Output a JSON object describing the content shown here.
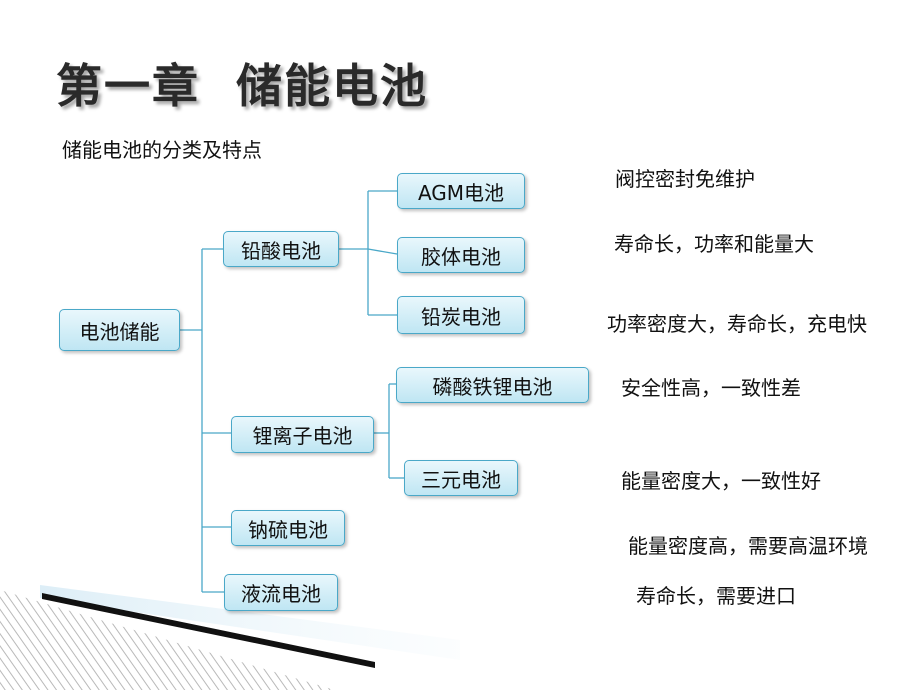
{
  "title": "第一章  储能电池",
  "subtitle": "储能电池的分类及特点",
  "nodes": {
    "root": "电池储能",
    "lead_acid": "铅酸电池",
    "agm": "AGM电池",
    "gel": "胶体电池",
    "lead_carbon": "铅炭电池",
    "lithium_ion": "锂离子电池",
    "lfp": "磷酸铁锂电池",
    "ternary": "三元电池",
    "sodium_sulfur": "钠硫电池",
    "flow": "液流电池"
  },
  "notes": {
    "agm": "阀控密封免维护",
    "gel": "寿命长，功率和能量大",
    "lead_carbon": "功率密度大，寿命长，充电快",
    "lfp": "安全性高，一致性差",
    "ternary": "能量密度大，一致性好",
    "sodium_sulfur": "能量密度高，需要高温环境",
    "flow": "寿命长，需要进口"
  },
  "colors": {
    "connector": "#4aa8c8",
    "node_border": "#4aa8c8",
    "node_fill_top": "#e9f7fc",
    "node_fill_bottom": "#bfe6f3"
  }
}
